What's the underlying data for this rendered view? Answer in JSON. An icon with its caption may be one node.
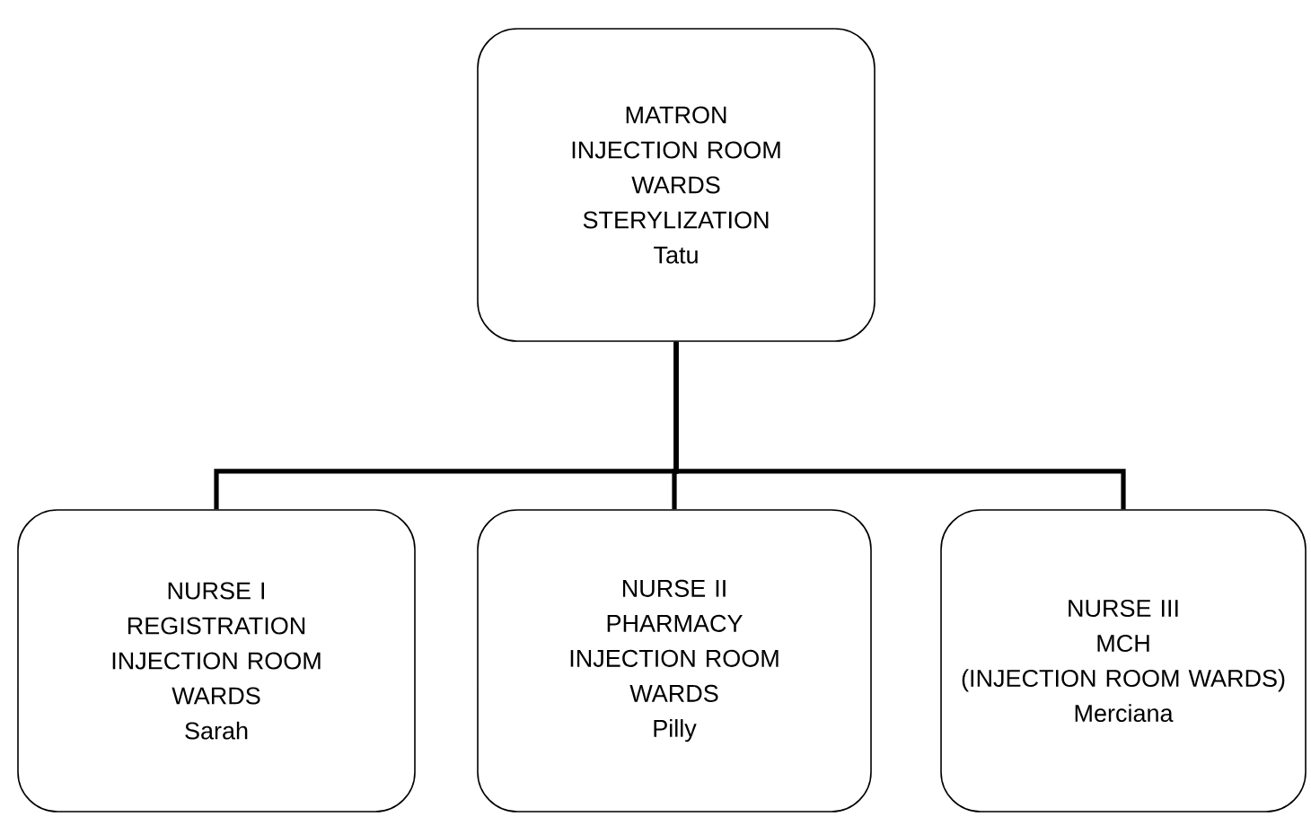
{
  "diagram": {
    "nodes": [
      {
        "text": [
          "MATRON",
          "INJECTION ROOM",
          "WARDS",
          "STERYLIZATION",
          "Tatu"
        ]
      },
      {
        "text": [
          "NURSE I",
          "REGISTRATION",
          "INJECTION ROOM",
          "WARDS",
          "Sarah"
        ]
      },
      {
        "text": [
          "NURSE II",
          "PHARMACY",
          "INJECTION ROOM",
          "WARDS",
          "Pilly"
        ]
      },
      {
        "text": [
          "NURSE III",
          "MCH",
          "(INJECTION ROOM WARDS)",
          "Merciana"
        ]
      }
    ],
    "edges": [
      {
        "from": 0,
        "to": 1,
        "arrow": "none"
      },
      {
        "from": 0,
        "to": 2,
        "arrow": "none"
      },
      {
        "from": 0,
        "to": 3,
        "arrow": "none"
      }
    ]
  }
}
